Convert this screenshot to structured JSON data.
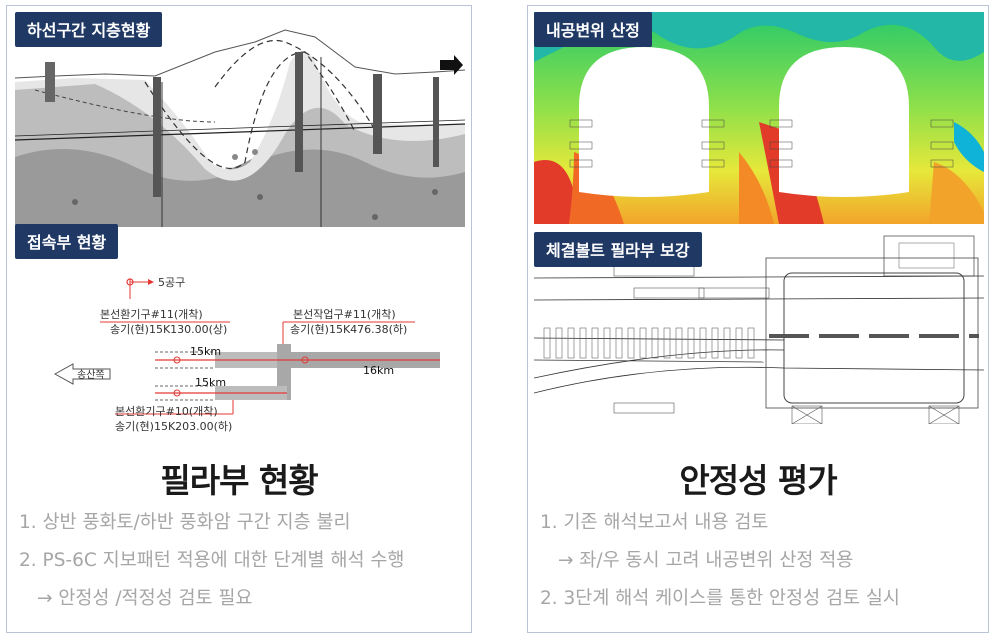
{
  "left": {
    "tag_top": "하선구간 지층현황",
    "tag_bottom": "접속부 현황",
    "plan": {
      "label_5": "5공구",
      "top_left_1": "본선환기구#11(개착)",
      "top_left_2": "송기(현)15K130.00(상)",
      "top_right_1": "본선작업구#11(개착)",
      "top_right_2": "송기(현)15K476.38(하)",
      "km_upper": "15km",
      "km_lower": "15km",
      "km_right": "16km",
      "arrow_label": "송산쪽",
      "bottom_1": "본선환기구#10(개착)",
      "bottom_2": "송기(현)15K203.00(하)"
    },
    "heading": "필라부 현황",
    "items": [
      "1. 상반 풍화토/하반 풍화암 구간 지층 불리",
      "2. PS-6C 지보패턴 적용에 대한 단계별 해석 수행",
      "→ 안정성 /적정성  검토 필요"
    ]
  },
  "right": {
    "tag_top": "내공변위 산정",
    "tag_bottom": "체결볼트 필라부 보강",
    "heading": "안정성 평가",
    "items": [
      "1. 기존 해석보고서 내용 검토",
      "→ 좌/우 동시 고려 내공변위 산정 적용",
      "2. 3단계 해석 케이스를 통한 안정성 검토 실시"
    ]
  },
  "colors": {
    "tag_bg": "#1f3864",
    "border": "#b9c4d6",
    "muted_text": "#a6a6a6",
    "accent_red": "#e53935"
  }
}
